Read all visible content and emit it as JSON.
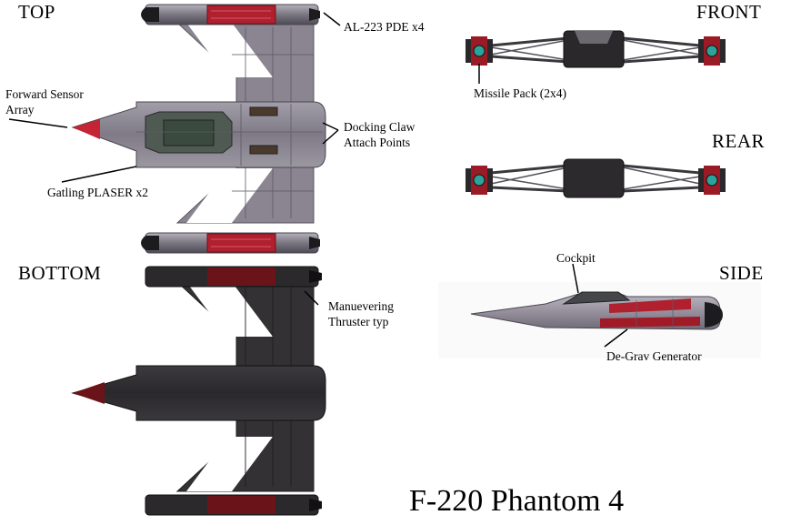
{
  "views": {
    "top": "TOP",
    "front": "FRONT",
    "rear": "REAR",
    "bottom": "BOTTOM",
    "side": "SIDE"
  },
  "callouts": {
    "pde": "AL-223 PDE  x4",
    "sensor_line1": "Forward Sensor",
    "sensor_line2": "Array",
    "docking_line1": "Docking Claw",
    "docking_line2": "Attach Points",
    "gatling": "Gatling PLASER  x2",
    "missile": "Missile Pack (2x4)",
    "thruster_line1": "Manuevering",
    "thruster_line2": "Thruster typ",
    "cockpit": "Cockpit",
    "degrav": "De-Grav Generator"
  },
  "title": "F-220 Phantom 4",
  "colors": {
    "hull_top": "#8d8794",
    "hull_top_dark": "#5e5966",
    "hull_bottom": "#353336",
    "accent_red": "#b0202e",
    "engine_black": "#1c1c1e",
    "glow_teal": "#2aa39a"
  }
}
